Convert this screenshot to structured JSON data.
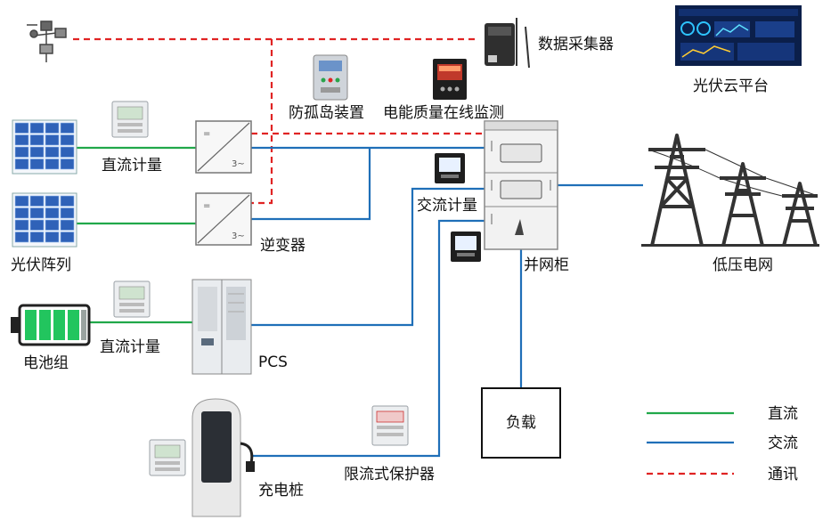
{
  "labels": {
    "weather_station": "",
    "data_collector": "数据采集器",
    "cloud_platform": "光伏云平台",
    "anti_islanding": "防孤岛装置",
    "power_quality": "电能质量在线监测",
    "dc_meter_1": "直流计量",
    "inverter": "逆变器",
    "pv_array": "光伏阵列",
    "ac_meter": "交流计量",
    "grid_cabinet": "并网柜",
    "low_voltage_grid": "低压电网",
    "battery_pack": "电池组",
    "dc_meter_2": "直流计量",
    "pcs": "PCS",
    "load": "负载",
    "current_limit": "限流式保护器",
    "charging_pile": "充电桩"
  },
  "legend": [
    {
      "label": "直流",
      "color": "#21a84a",
      "style": "solid"
    },
    {
      "label": "交流",
      "color": "#1f6fb8",
      "style": "solid"
    },
    {
      "label": "通讯",
      "color": "#e02424",
      "style": "dashed"
    }
  ],
  "colors": {
    "dc": "#21a84a",
    "ac": "#1f6fb8",
    "comm": "#e02424",
    "battery_fill": "#22c55e"
  }
}
